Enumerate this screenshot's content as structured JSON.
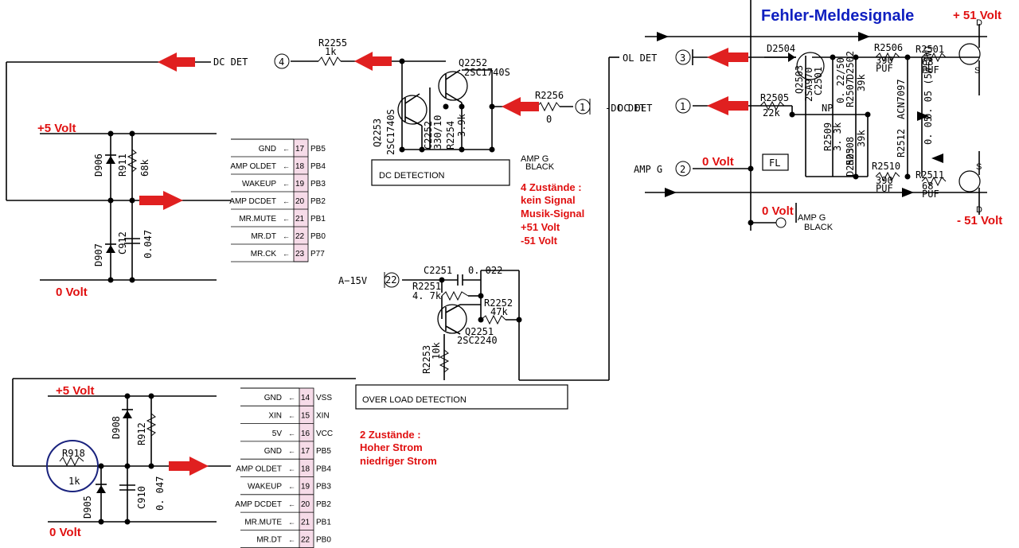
{
  "title": "Fehler-Meldesignale",
  "top_left": {
    "plus5": "+5 Volt",
    "zero": "0 Volt",
    "d906": "D906",
    "r911": "R911",
    "r911_val": "68k",
    "d907": "D907",
    "c912": "C912",
    "c912_val": "0.047",
    "dc_det": "DC  DET",
    "dc_det_num": "4",
    "r2255": "R2255",
    "r2255_val": "1k"
  },
  "connector_top": [
    {
      "name": "GND",
      "num": "17",
      "port": "PB5"
    },
    {
      "name": "AMP OLDET",
      "num": "18",
      "port": "PB4"
    },
    {
      "name": "WAKEUP",
      "num": "19",
      "port": "PB3"
    },
    {
      "name": "AMP DCDET",
      "num": "20",
      "port": "PB2"
    },
    {
      "name": "MR.MUTE",
      "num": "21",
      "port": "PB1"
    },
    {
      "name": "MR.DT",
      "num": "22",
      "port": "PB0"
    },
    {
      "name": "MR.CK",
      "num": "23",
      "port": "P77"
    }
  ],
  "dc_section": {
    "q2252": "Q2252",
    "q2252_type": "2SC1740S",
    "q2253": "Q2253",
    "q2253_type": "2SC1740S",
    "r2256": "R2256",
    "r2256_val": "0",
    "c2252": "C2252",
    "c2252_val": "330/10",
    "r2254": "R2254",
    "r2254_val": "3.9k",
    "dc_in": "-DC  DET",
    "dc_in_num": "1",
    "amp_g": "AMP G",
    "black": "BLACK",
    "box_label": "DC DETECTION"
  },
  "states_dc": {
    "line1": "4 Zustände :",
    "line2": "kein Signal",
    "line3": "Musik-Signal",
    "line4": "+51 Volt",
    "line5": "-51 Volt"
  },
  "ol_section": {
    "a15v": "A−15V",
    "a15v_num": "22",
    "c2251": "C2251",
    "c2251_val": "0. 022",
    "r2251": "R2251",
    "r2251_val": "4. 7k",
    "r2252": "R2252",
    "r2252_val": "47k",
    "q2251": "Q2251",
    "q2251_type": "2SC2240",
    "r2253": "R2253",
    "r2253_val": "10k",
    "box_label": "OVER LOAD DETECTION"
  },
  "right_section": {
    "plus51": "+ 51 Volt",
    "minus51": "- 51 Volt",
    "ol_det": "OL  DET",
    "ol_det_num": "3",
    "dc_det": "DC  DET",
    "dc_det_num": "1",
    "amp_g": "AMP  G",
    "amp_g_num": "2",
    "zero1": "0 Volt",
    "zero2": "0 Volt",
    "amp_g2": "AMP G",
    "black2": "BLACK",
    "fl": "FL",
    "d2504": "D2504",
    "q2503": "Q2503",
    "q2503_type": "2SA970",
    "c2501": "C2501",
    "c2501_val": "0. 22/50",
    "np": "NP",
    "r2507": "R2507",
    "r2507_val": "39k",
    "d2502": "D2502",
    "r2505": "R2505",
    "r2505_val": "22k",
    "r2506": "R2506",
    "r2506_val": "390",
    "puf": "PUF",
    "r2501": "R2501",
    "r2501_val": "68",
    "acn": "ACN7097",
    "r2512": "R2512",
    "r2512_val": "0. 05",
    "r2512_val2": "0. 05 (5W+5W)",
    "r2509": "R2509",
    "r2509_val": "3. 3k",
    "r2508": "R2508",
    "r2508_val": "39k",
    "d2503": "D2503",
    "r2510": "R2510",
    "r2510_val": "390",
    "r2511": "R2511",
    "r2511_val": "68"
  },
  "bottom_left": {
    "plus5": "+5 Volt",
    "zero": "0 Volt",
    "d908": "D908",
    "r912": "R912",
    "r918": "R918",
    "r918_val": "1k",
    "d905": "D905",
    "c910": "C910",
    "c910_val": "0. 047"
  },
  "connector_bottom": [
    {
      "name": "GND",
      "num": "14",
      "port": "VSS"
    },
    {
      "name": "XIN",
      "num": "15",
      "port": "XIN"
    },
    {
      "name": "5V",
      "num": "16",
      "port": "VCC"
    },
    {
      "name": "GND",
      "num": "17",
      "port": "PB5"
    },
    {
      "name": "AMP OLDET",
      "num": "18",
      "port": "PB4"
    },
    {
      "name": "WAKEUP",
      "num": "19",
      "port": "PB3"
    },
    {
      "name": "AMP DCDET",
      "num": "20",
      "port": "PB2"
    },
    {
      "name": "MR.MUTE",
      "num": "21",
      "port": "PB1"
    },
    {
      "name": "MR.DT",
      "num": "22",
      "port": "PB0"
    }
  ],
  "states_ol": {
    "line1": "2 Zustände :",
    "line2": "Hoher Strom",
    "line3": "niedriger Strom"
  },
  "colors": {
    "annotation": "#e01010",
    "title": "#1020c0",
    "pin_fill": "#f6dbe8"
  }
}
